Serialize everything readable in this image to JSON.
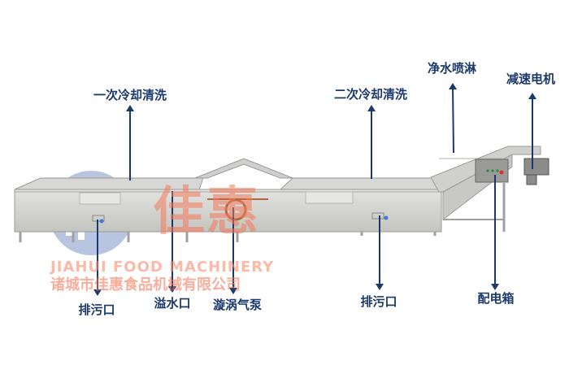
{
  "labels": {
    "first_cooling_wash": "一次冷却清洗",
    "second_cooling_wash": "二次冷却清洗",
    "clean_water_spray": "净水喷淋",
    "gear_motor": "减速电机",
    "drain_outlet_left": "排污口",
    "overflow_outlet": "溢水口",
    "vortex_air_pump": "漩涡气泵",
    "drain_outlet_right": "排污口",
    "control_box": "配电箱"
  },
  "watermark": {
    "brand_cn": "佳惠",
    "brand_en": "JIAHUI FOOD MACHINERY",
    "company": "诸城市佳惠食品机械有限公司"
  },
  "colors": {
    "label": "#1b3a6b",
    "arrow": "#1b3a6b",
    "steel": "#c9c9c9",
    "watermark": "#f5785a"
  }
}
